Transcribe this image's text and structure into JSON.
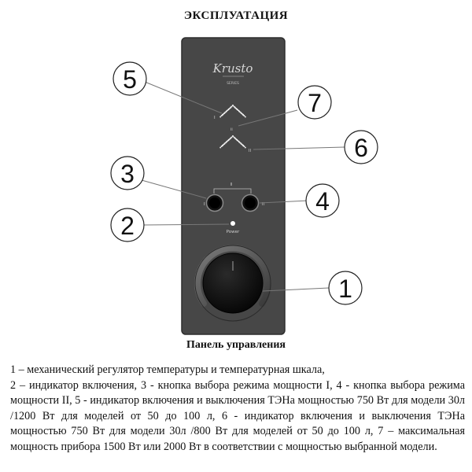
{
  "document": {
    "title": "ЭКСПЛУАТАЦИЯ",
    "caption": "Панель управления",
    "legend_line1": "1 – механический регулятор температуры и температурная шкала,",
    "legend_body": "2 – индикатор включения, 3 -  кнопка выбора режима мощности I, 4 - кнопка выбора режима мощности II, 5 - индикатор включения и выключения ТЭНа мощностью 750 Вт для модели 30л /1200 Вт для моделей от 50 до 100 л, 6 - индикатор включения и выключения ТЭНа мощностью 750 Вт для модели 30л /800 Вт для моделей от 50 до 100 л, 7 – максимальная мощность прибора 1500 Вт или 2000 Вт в соответствии с мощностью выбранной модели."
  },
  "panel": {
    "brand": "Krusto",
    "series_label": "SERIES",
    "power_label": "Power",
    "level_one_mark": "I",
    "level_two_mark": "II",
    "callouts": [
      "1",
      "2",
      "3",
      "4",
      "5",
      "6",
      "7"
    ]
  },
  "colors": {
    "panel": "#474747",
    "panel_edge": "#2e2e2e",
    "indicator_dots": "#f2f2f2",
    "knob": "#0c0c0c",
    "callout_stroke": "#222222"
  }
}
